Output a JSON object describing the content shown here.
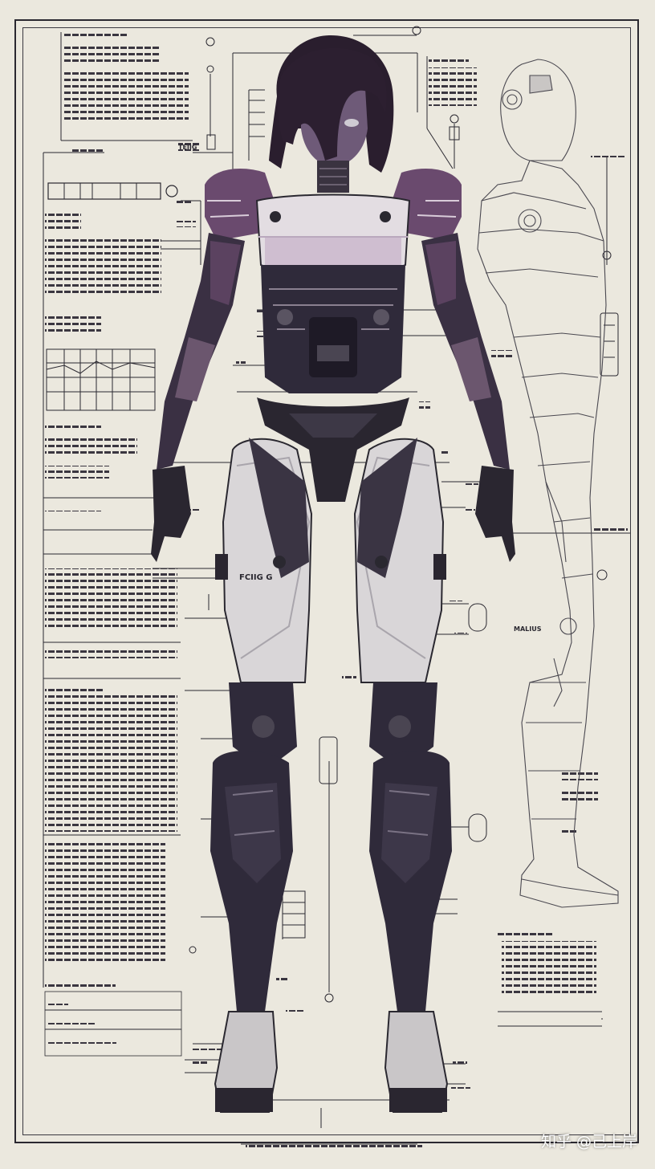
{
  "image": {
    "subject": "robot-woman-blueprint",
    "palette": {
      "paper": "#ebe8de",
      "ink": "#2a2830",
      "armor_dark": "#2f2a3a",
      "armor_purple": "#6a4a6e",
      "armor_light": "#d9d6d8",
      "hair": "#2a1e2e",
      "skin": "#6e5a78"
    }
  },
  "labels": {
    "hip_label": "FCIIG G",
    "left_label": "TEIIG",
    "right_label": "MALIUS"
  },
  "watermark": {
    "text": "知乎 @己上岸"
  }
}
